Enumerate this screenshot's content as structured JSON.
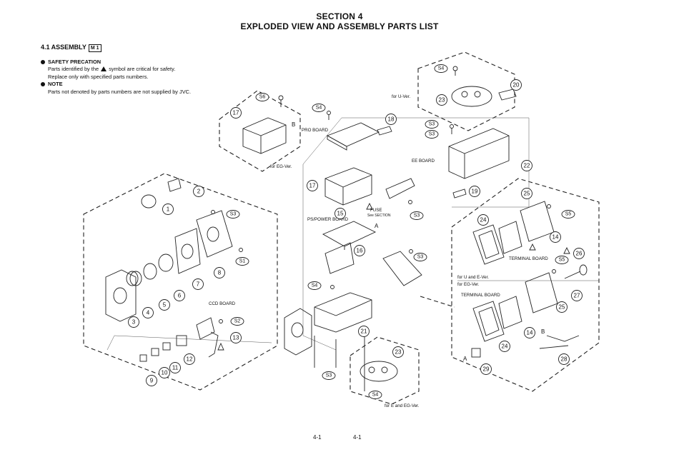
{
  "header": {
    "section": "SECTION 4",
    "title": "EXPLODED VIEW AND ASSEMBLY PARTS LIST"
  },
  "subsection": {
    "label": "4.1  ASSEMBLY",
    "badge": "M 1"
  },
  "notes": {
    "safety_heading": "SAFETY PRECATION",
    "safety_line1_a": "Parts identified by the",
    "safety_line1_b": "symbol are critical for safety.",
    "safety_line2": "Replace only with specified parts numbers.",
    "note_heading": "NOTE",
    "note_line1": "Parts not denoted by parts numbers are not supplied by JVC."
  },
  "diagram": {
    "labels": {
      "for_u_ver": "for  U-Ver.",
      "for_eg_ver": "for  EG-Ver.",
      "for_e_eg_ver": "for  E  and  EG-Ver.",
      "for_u_e_ver": "for  U  and  E-Ver.",
      "for_eg_ver2": "for  EG-Ver.",
      "pro_board": "PRO BOARD",
      "ee_board": "EE  BOARD",
      "ps_power_board": "PS/POWER BOARD",
      "fuse": "FUSE",
      "see_section": "See SECTION",
      "ccd_board": "CCD  BOARD",
      "terminal_board_1": "TERMINAL BOARD",
      "terminal_board_2": "TERMINAL BOARD",
      "letter_a1": "A",
      "letter_a2": "A",
      "letter_b1": "B",
      "letter_b2": "B"
    },
    "part_numbers": [
      "1",
      "2",
      "3",
      "4",
      "5",
      "6",
      "7",
      "8",
      "9",
      "10",
      "11",
      "12",
      "13",
      "14",
      "14",
      "15",
      "16",
      "17",
      "17",
      "18",
      "19",
      "20",
      "21",
      "22",
      "23",
      "23",
      "24",
      "24",
      "25",
      "25",
      "26",
      "27",
      "28",
      "29"
    ],
    "screws": [
      "S1",
      "S2",
      "S3",
      "S3",
      "S3",
      "S3",
      "S3",
      "S3",
      "S4",
      "S4",
      "S4",
      "S4",
      "S5",
      "S5",
      "S6"
    ]
  },
  "footer": {
    "page_left": "4-1",
    "page_right": "4-1"
  }
}
